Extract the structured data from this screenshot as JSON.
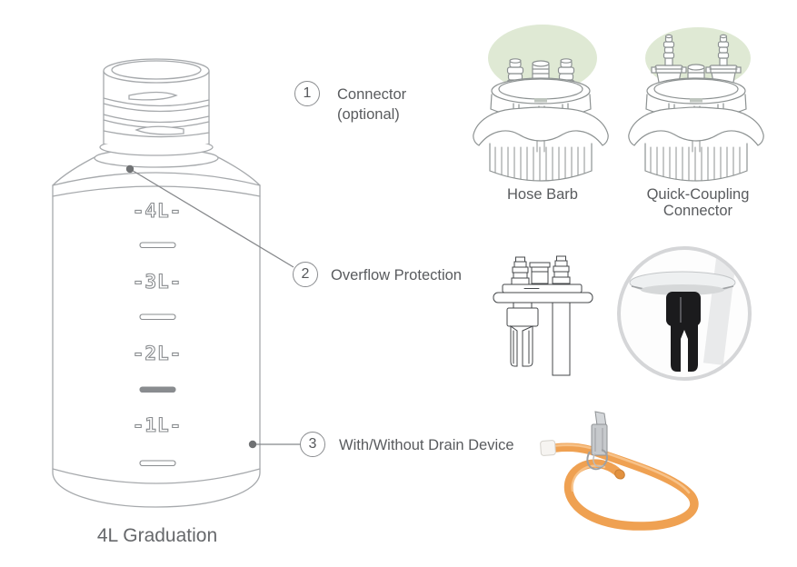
{
  "diagram": {
    "caption": "4L Graduation",
    "graduation_labels": [
      "-4L-",
      "-3L-",
      "-2L-",
      "-1L-"
    ],
    "callouts": [
      {
        "number": "1",
        "label": "Connector",
        "sublabel": "(optional)"
      },
      {
        "number": "2",
        "label": "Overflow Protection",
        "sublabel": ""
      },
      {
        "number": "3",
        "label": "With/Without Drain Device",
        "sublabel": ""
      }
    ],
    "connector_options": [
      {
        "line1": "Hose Barb",
        "line2": ""
      },
      {
        "line1": "Quick-Coupling",
        "line2": "Connector"
      }
    ],
    "colors": {
      "highlight_green": "#dfe9d4",
      "bottle_line_grey": "#a6a9ac",
      "cap_line_grey": "#8d9292",
      "text_grey": "#595b5e",
      "graduation_grey": "#898c8f",
      "tube_orange": "#efa152"
    }
  }
}
